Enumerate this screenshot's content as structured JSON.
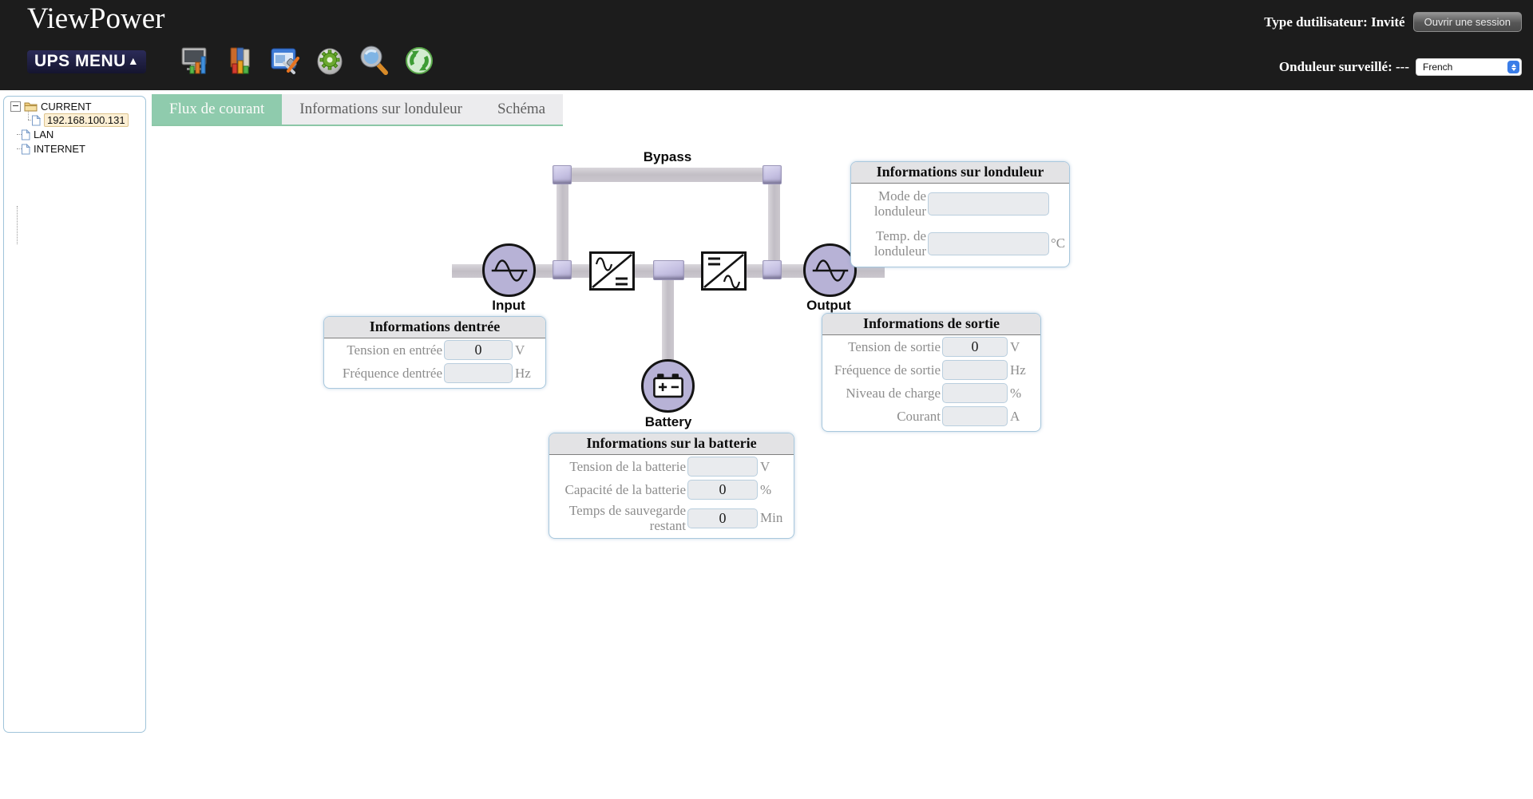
{
  "header": {
    "app_title": "ViewPower",
    "user_type": "Type dutilisateur: Invité",
    "login_button": "Ouvrir une session",
    "menu_label": "UPS MENU",
    "menu_arrow": "▲",
    "monitored_label": "Onduleur surveillé: ---",
    "language_value": "French"
  },
  "toolbar": {
    "icons": [
      "monitor-chart",
      "report-books",
      "control-panel-tools",
      "gear",
      "search",
      "refresh"
    ]
  },
  "tree": {
    "items": [
      {
        "label": "CURRENT",
        "type": "folder",
        "selected": false
      },
      {
        "label": "192.168.100.131",
        "type": "device",
        "selected": true
      },
      {
        "label": "LAN",
        "type": "node",
        "selected": false
      },
      {
        "label": "INTERNET",
        "type": "node",
        "selected": false
      }
    ]
  },
  "tabs": [
    {
      "label": "Flux de courant",
      "active": true
    },
    {
      "label": "Informations sur londuleur",
      "active": false
    },
    {
      "label": "Schéma",
      "active": false
    }
  ],
  "diagram": {
    "bypass_label": "Bypass",
    "input_label": "Input",
    "output_label": "Output",
    "battery_label": "Battery"
  },
  "panels": {
    "ups": {
      "title": "Informations sur londuleur",
      "rows": [
        {
          "label": "Mode de londuleur",
          "value": "",
          "unit": ""
        },
        {
          "label": "Temp. de londuleur",
          "value": "",
          "unit": "°C"
        }
      ]
    },
    "input": {
      "title": "Informations dentrée",
      "rows": [
        {
          "label": "Tension en entrée",
          "value": "0",
          "unit": "V"
        },
        {
          "label": "Fréquence dentrée",
          "value": "",
          "unit": "Hz"
        }
      ]
    },
    "output": {
      "title": "Informations de sortie",
      "rows": [
        {
          "label": "Tension de sortie",
          "value": "0",
          "unit": "V"
        },
        {
          "label": "Fréquence de sortie",
          "value": "",
          "unit": "Hz"
        },
        {
          "label": "Niveau de charge",
          "value": "",
          "unit": "%"
        },
        {
          "label": "Courant",
          "value": "",
          "unit": "A"
        }
      ]
    },
    "battery": {
      "title": "Informations sur la batterie",
      "rows": [
        {
          "label": "Tension de la batterie",
          "value": "",
          "unit": "V"
        },
        {
          "label": "Capacité de la batterie",
          "value": "0",
          "unit": "%"
        },
        {
          "label": "Temps de sauvegarde restant",
          "value": "0",
          "unit": "Min"
        }
      ]
    }
  },
  "colors": {
    "header_bg": "#1c1c1c",
    "accent_green": "#8fcbad",
    "device_lavender": "#b7b2d6",
    "pipe_gray": "#c7c3ca",
    "panel_border": "#a9c8dd",
    "selected_item_bg": "#fcefd4"
  }
}
